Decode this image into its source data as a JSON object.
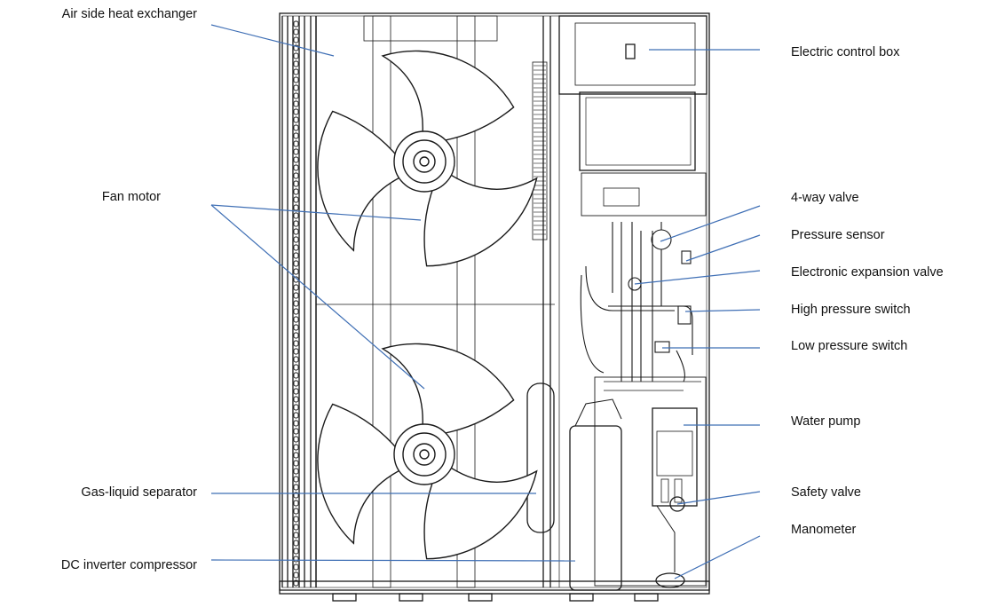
{
  "diagram": {
    "leader_color": "#3f6fb5",
    "drawing_color": "#1a1a1a",
    "labels_left": [
      {
        "id": "air-side-heat-exchanger",
        "text": "Air side heat exchanger"
      },
      {
        "id": "fan-motor",
        "text": "Fan motor"
      },
      {
        "id": "gas-liquid-separator",
        "text": "Gas-liquid separator"
      },
      {
        "id": "dc-inverter-compressor",
        "text": "DC  inverter  compressor"
      }
    ],
    "labels_right": [
      {
        "id": "electric-control-box",
        "text": "Electric control box"
      },
      {
        "id": "4-way-valve",
        "text": "4-way valve"
      },
      {
        "id": "pressure-sensor",
        "text": "Pressure sensor"
      },
      {
        "id": "electronic-expansion-valve",
        "text": "Electronic expansion valve"
      },
      {
        "id": "high-pressure-switch",
        "text": "High pressure switch"
      },
      {
        "id": "low-pressure-switch",
        "text": "Low pressure switch"
      },
      {
        "id": "water-pump",
        "text": "Water pump"
      },
      {
        "id": "safety-valve",
        "text": "Safety valve"
      },
      {
        "id": "manometer",
        "text": "Manometer"
      }
    ]
  }
}
